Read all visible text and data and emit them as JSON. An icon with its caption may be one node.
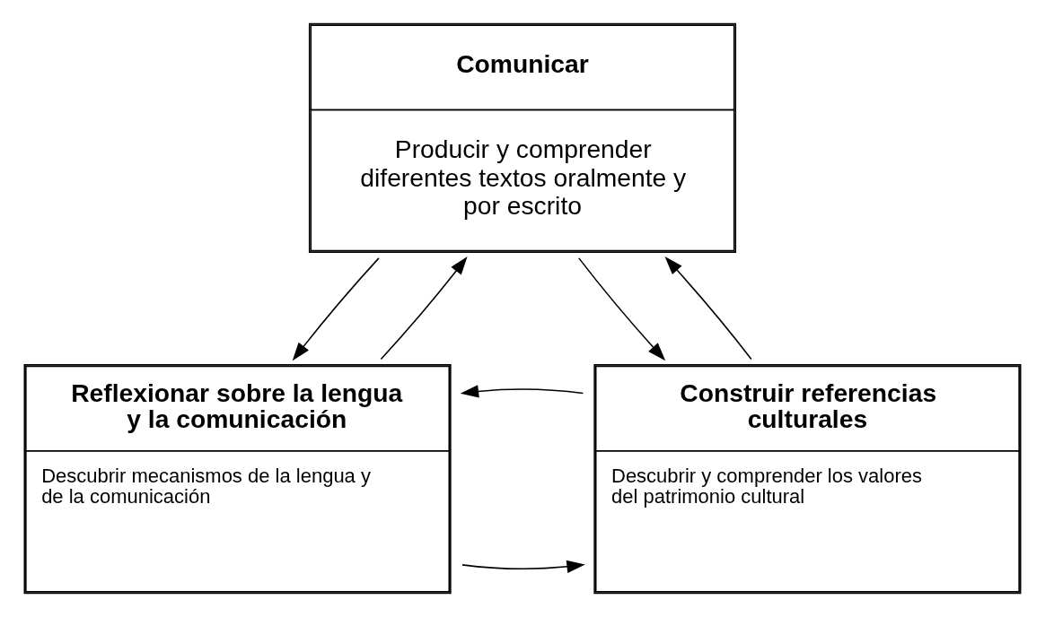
{
  "diagram": {
    "nodes": [
      {
        "text": [
          "Comunicar",
          "Producir y comprender diferentes textos oralmente y por escrito"
        ]
      },
      {
        "text": [
          "Reflexionar sobre la lengua y la comunicación",
          "Descubrir mecanismos de la lengua y de la comunicación"
        ]
      },
      {
        "text": [
          "Construir referencias culturales",
          "Descubrir y comprender los valores del patrimonio cultural"
        ]
      }
    ],
    "edges": [
      {
        "from": 1,
        "to": 0,
        "arrow": "to"
      },
      {
        "from": 0,
        "to": 1,
        "arrow": "to"
      },
      {
        "from": 0,
        "to": 2,
        "arrow": "to"
      },
      {
        "from": 2,
        "to": 0,
        "arrow": "to"
      },
      {
        "from": 1,
        "to": 2,
        "arrow": "to"
      },
      {
        "from": 2,
        "to": 1,
        "arrow": "to"
      }
    ]
  }
}
